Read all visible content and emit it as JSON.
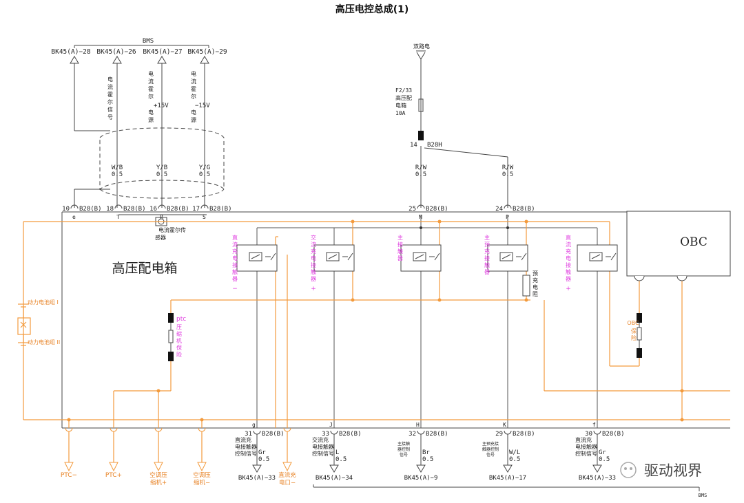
{
  "title": "高压电控总成(1)",
  "bms_top": {
    "label": "BMS",
    "pins": [
      "BK45(A)−28",
      "BK45(A)−26",
      "BK45(A)−27",
      "BK45(A)−29"
    ],
    "signal_labels": [
      "电流霍尔信号",
      "电流霍尔+15V电源",
      "电流霍尔−15V电源"
    ],
    "wires": [
      {
        "color": "W/B",
        "gauge": "0.5"
      },
      {
        "color": "Y/B",
        "gauge": "0.5"
      },
      {
        "color": "Y/G",
        "gauge": "0.5"
      }
    ]
  },
  "dual_power": {
    "label": "双路电",
    "fuse": [
      "F2/33",
      "高压配",
      "电箱",
      "10A"
    ],
    "splice": {
      "num": "14",
      "conn": "B28H"
    },
    "wires": [
      {
        "color": "R/W",
        "gauge": "0.5"
      },
      {
        "color": "R/W",
        "gauge": "0.5"
      }
    ]
  },
  "top_connectors": [
    {
      "num": "10",
      "conn": "B28(B)",
      "letter": "e"
    },
    {
      "num": "18",
      "conn": "B28(B)",
      "letter": "T"
    },
    {
      "num": "16",
      "conn": "B28(B)",
      "letter": "R"
    },
    {
      "num": "17",
      "conn": "B28(B)",
      "letter": "S"
    },
    {
      "num": "25",
      "conn": "B28(B)",
      "letter": "M"
    },
    {
      "num": "24",
      "conn": "B28(B)",
      "letter": "P"
    }
  ],
  "box": {
    "name": "高压配电箱",
    "hall_sensor": "电流霍尔传感器",
    "obc": "OBC"
  },
  "contactors": [
    "直流充电接触器−",
    "交流充电接触器+",
    "主接触器",
    "主预充接触器",
    "直流充电接触器+"
  ],
  "precharge_resistor": "预充电阻",
  "batteries": [
    "动力电池组 I",
    "动力电池组 II"
  ],
  "ptc_fuse": "ptc压缩机保险",
  "obc_fuse": "OBC保险",
  "bottom_connectors": [
    {
      "letter": "g",
      "num": "31",
      "conn": "B28(B)",
      "color": "Gr",
      "gauge": "0.5",
      "signal": "直流充电接触器控制信号",
      "target": "BK45(A)−33"
    },
    {
      "letter": "J",
      "num": "33",
      "conn": "B28(B)",
      "color": "L",
      "gauge": "0.5",
      "signal": "交流充电接触器控制信号",
      "target": "BK45(A)−34"
    },
    {
      "letter": "H",
      "num": "32",
      "conn": "B28(B)",
      "color": "Br",
      "gauge": "0.5",
      "signal": "主接触器控制信号",
      "target": "BK45(A)−9"
    },
    {
      "letter": "K",
      "num": "29",
      "conn": "B28(B)",
      "color": "W/L",
      "gauge": "0.5",
      "signal": "主预充接触器控制信号",
      "target": "BK45(A)−17"
    },
    {
      "letter": "f",
      "num": "30",
      "conn": "B28(B)",
      "color": "Gr",
      "gauge": "0.5",
      "signal": "直流充电接触器控制信号",
      "target": "BK45(A)−33"
    }
  ],
  "bottom_outputs": [
    "PTC−",
    "PTC+",
    "空调压缩机+",
    "空调压缩机−",
    "直流充电口−"
  ],
  "bms_bottom": "BMS",
  "watermark": "驱动视界",
  "colors": {
    "line": "#3a3a3a",
    "orange": "#f39a3c",
    "magenta": "#e040e0",
    "connector_orange": "#e8852a"
  }
}
